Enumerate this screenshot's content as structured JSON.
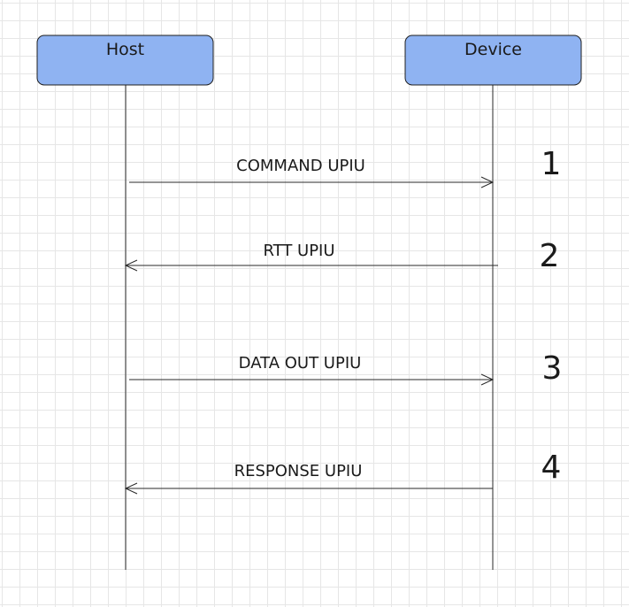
{
  "participants": [
    {
      "id": "host",
      "label": "Host"
    },
    {
      "id": "device",
      "label": "Device"
    }
  ],
  "messages": [
    {
      "label": "COMMAND UPIU",
      "from": "host",
      "to": "device",
      "step": "1"
    },
    {
      "label": "RTT UPIU",
      "from": "device",
      "to": "host",
      "step": "2"
    },
    {
      "label": "DATA OUT UPIU",
      "from": "host",
      "to": "device",
      "step": "3"
    },
    {
      "label": "RESPONSE UPIU",
      "from": "device",
      "to": "host",
      "step": "4"
    }
  ],
  "colors": {
    "participant_fill": "#8fb3f2",
    "line": "#2a2a2a",
    "grid": "#e6e6e6"
  }
}
